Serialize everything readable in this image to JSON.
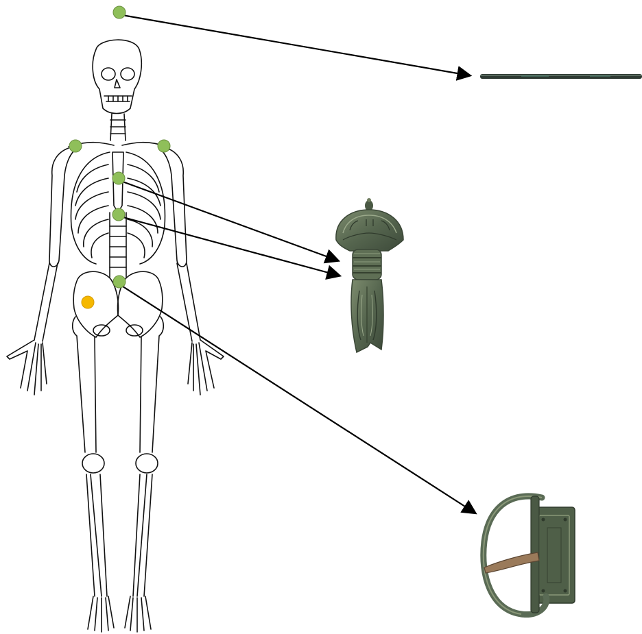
{
  "figure": {
    "background": "#ffffff",
    "bone_stroke": "#111111",
    "arrow_color": "#000000",
    "markers": [
      {
        "id": "above-head",
        "color": "#8fbf5a"
      },
      {
        "id": "right-shoulder",
        "color": "#8fbf5a"
      },
      {
        "id": "left-shoulder",
        "color": "#8fbf5a"
      },
      {
        "id": "upper-sternum",
        "color": "#8fbf5a"
      },
      {
        "id": "lower-sternum",
        "color": "#8fbf5a"
      },
      {
        "id": "pelvis-center",
        "color": "#8fbf5a"
      },
      {
        "id": "right-hip",
        "color": "#f5b800"
      }
    ],
    "artifacts": [
      {
        "id": "pin",
        "icon": "bronze-pin-icon",
        "color": "#2e3a33"
      },
      {
        "id": "brooch",
        "icon": "bronze-brooch-icon",
        "color": "#5f6f55"
      },
      {
        "id": "buckle",
        "icon": "bronze-buckle-icon",
        "color": "#5a6b55"
      }
    ],
    "arrows": [
      {
        "from": "above-head",
        "to": "pin"
      },
      {
        "from": "upper-sternum",
        "to": "brooch"
      },
      {
        "from": "lower-sternum",
        "to": "brooch"
      },
      {
        "from": "pelvis-center",
        "to": "buckle"
      }
    ]
  }
}
